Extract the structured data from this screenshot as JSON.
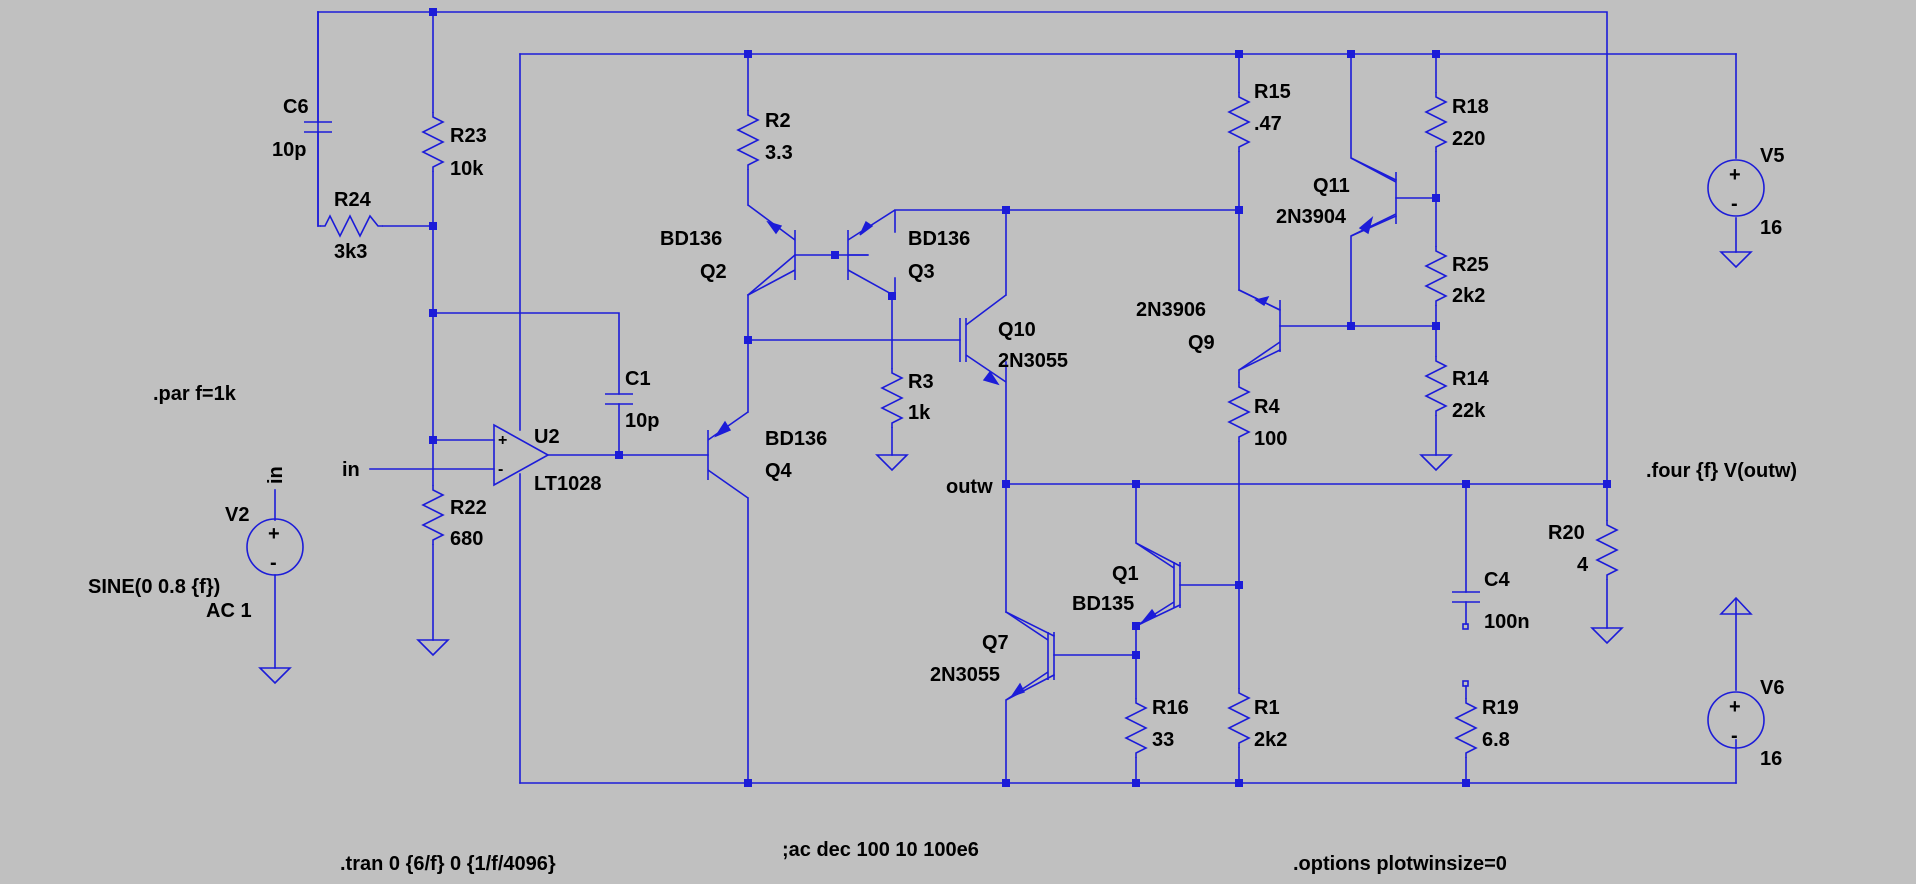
{
  "colors": {
    "background": "#c0c0c0",
    "wire": "#1c1cd8",
    "text": "#000000"
  },
  "components": {
    "C6": {
      "ref": "C6",
      "value": "10p"
    },
    "R23": {
      "ref": "R23",
      "value": "10k"
    },
    "R24": {
      "ref": "R24",
      "value": "3k3"
    },
    "R2": {
      "ref": "R2",
      "value": "3.3"
    },
    "Q2": {
      "ref": "Q2",
      "model": "BD136"
    },
    "Q3": {
      "ref": "Q3",
      "model": "BD136"
    },
    "Q10": {
      "ref": "Q10",
      "model": "2N3055"
    },
    "R3": {
      "ref": "R3",
      "value": "1k"
    },
    "C1": {
      "ref": "C1",
      "value": "10p"
    },
    "U2": {
      "ref": "U2",
      "model": "LT1028"
    },
    "Q4": {
      "ref": "Q4",
      "model": "BD136"
    },
    "R22": {
      "ref": "R22",
      "value": "680"
    },
    "V2": {
      "ref": "V2",
      "line1": "SINE(0 0.8 {f})",
      "line2": "AC 1"
    },
    "R15": {
      "ref": "R15",
      "value": ".47"
    },
    "R18": {
      "ref": "R18",
      "value": "220"
    },
    "Q11": {
      "ref": "Q11",
      "model": "2N3904"
    },
    "R25": {
      "ref": "R25",
      "value": "2k2"
    },
    "Q9": {
      "ref": "Q9",
      "model": "2N3906"
    },
    "R14": {
      "ref": "R14",
      "value": "22k"
    },
    "R4": {
      "ref": "R4",
      "value": "100"
    },
    "V5": {
      "ref": "V5",
      "value": "16"
    },
    "Q1": {
      "ref": "Q1",
      "model": "BD135"
    },
    "Q7": {
      "ref": "Q7",
      "model": "2N3055"
    },
    "R16": {
      "ref": "R16",
      "value": "33"
    },
    "R1": {
      "ref": "R1",
      "value": "2k2"
    },
    "C4": {
      "ref": "C4",
      "value": "100n"
    },
    "R19": {
      "ref": "R19",
      "value": "6.8"
    },
    "R20": {
      "ref": "R20",
      "value": "4"
    },
    "V6": {
      "ref": "V6",
      "value": "16"
    }
  },
  "nets": {
    "in_label": "in",
    "in_flag": "in",
    "outw": "outw"
  },
  "pins": {
    "plus": "+",
    "minus": "-"
  },
  "directives": {
    "par": ".par f=1k",
    "four": ".four {f} V(outw)",
    "tran": ".tran 0 {6/f} 0 {1/f/4096}",
    "ac": ";ac dec 100 10 100e6",
    "options": ".options plotwinsize=0"
  }
}
